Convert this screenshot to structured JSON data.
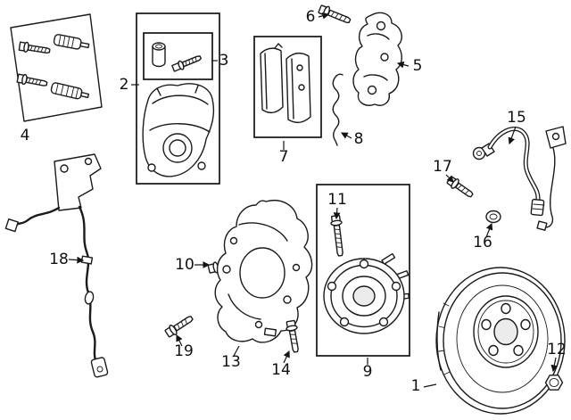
{
  "colors": {
    "line": "#1b1b1b",
    "background": "#ffffff"
  },
  "parts": {
    "p1": {
      "label": "1"
    },
    "p2": {
      "label": "2"
    },
    "p3": {
      "label": "3"
    },
    "p4": {
      "label": "4"
    },
    "p5": {
      "label": "5"
    },
    "p6": {
      "label": "6"
    },
    "p7": {
      "label": "7"
    },
    "p8": {
      "label": "8"
    },
    "p9": {
      "label": "9"
    },
    "p10": {
      "label": "10"
    },
    "p11": {
      "label": "11"
    },
    "p12": {
      "label": "12"
    },
    "p13": {
      "label": "13"
    },
    "p14": {
      "label": "14"
    },
    "p15": {
      "label": "15"
    },
    "p16": {
      "label": "16"
    },
    "p17": {
      "label": "17"
    },
    "p18": {
      "label": "18"
    },
    "p19": {
      "label": "19"
    }
  }
}
